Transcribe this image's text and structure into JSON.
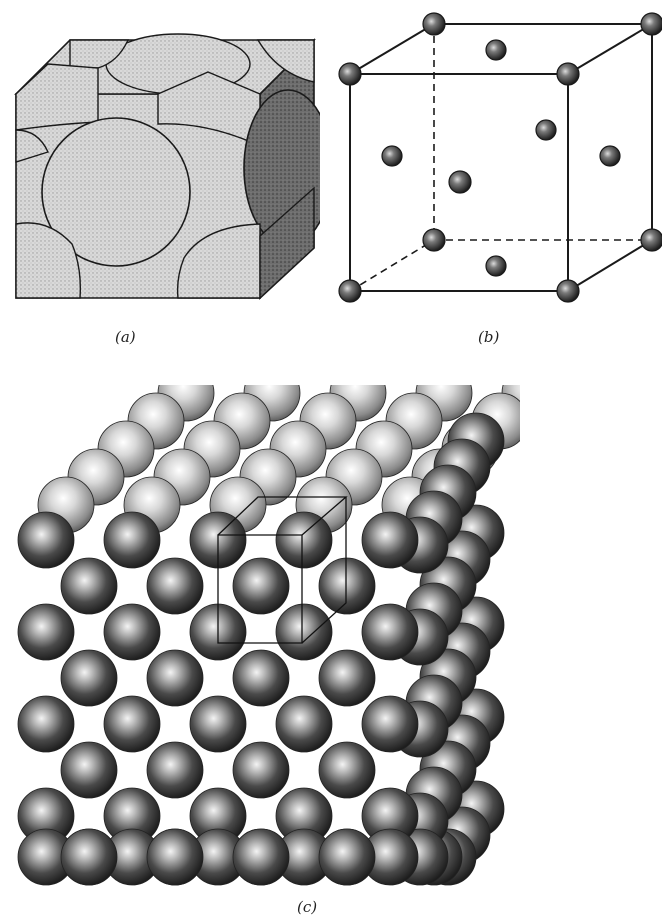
{
  "figure": {
    "panels": [
      {
        "id": "a",
        "caption": "(a)",
        "depiction": "hard-sphere-unit-cell"
      },
      {
        "id": "b",
        "caption": "(b)",
        "depiction": "reduced-sphere-unit-cell"
      },
      {
        "id": "c",
        "caption": "(c)",
        "depiction": "atom-aggregate"
      }
    ],
    "colors": {
      "ink": "#1a1a1a",
      "paper": "#ffffff",
      "hatch_fill": "#cfcfcf",
      "sphere_dark": "#2a2a2a"
    }
  }
}
